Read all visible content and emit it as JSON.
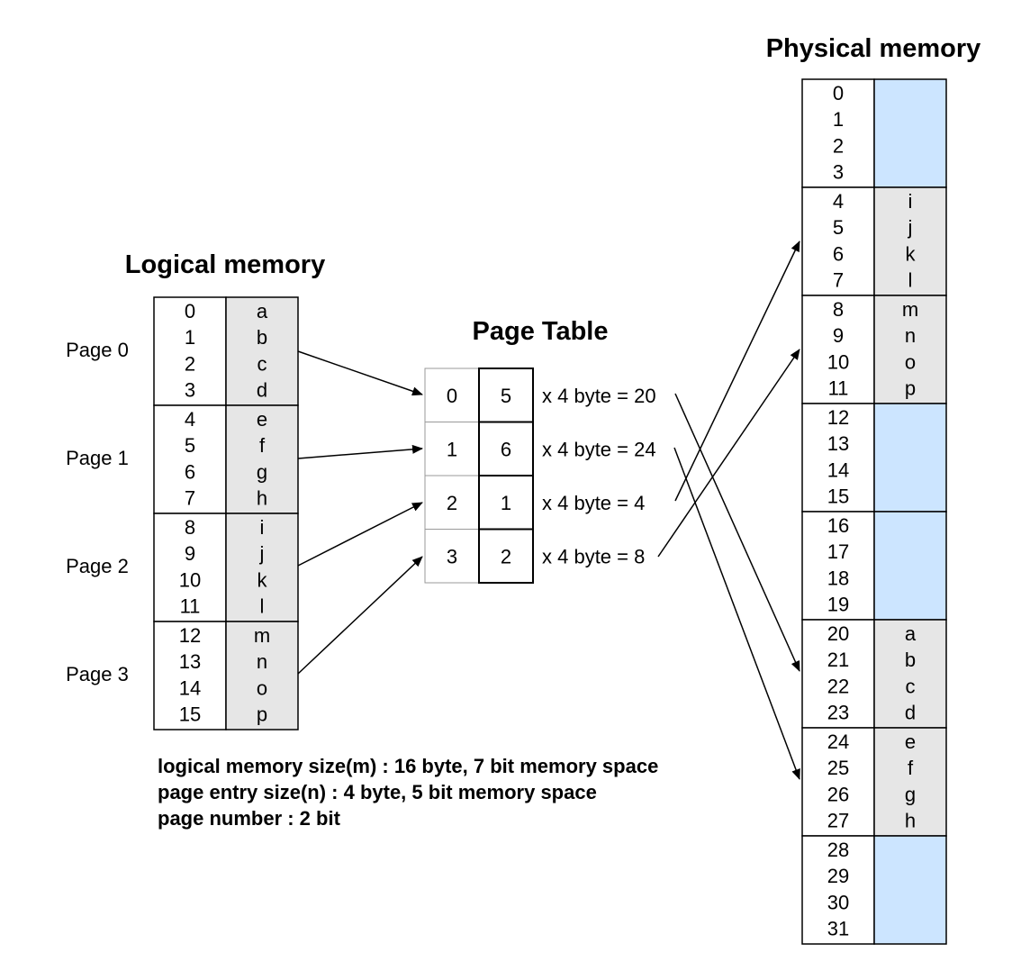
{
  "colors": {
    "gray_fill": "#e6e6e6",
    "blue_fill": "#cce5ff",
    "stroke": "#000000"
  },
  "logical": {
    "title": "Logical memory",
    "pages": [
      {
        "label": "Page 0",
        "addresses": [
          "0",
          "1",
          "2",
          "3"
        ],
        "data": [
          "a",
          "b",
          "c",
          "d"
        ]
      },
      {
        "label": "Page 1",
        "addresses": [
          "4",
          "5",
          "6",
          "7"
        ],
        "data": [
          "e",
          "f",
          "g",
          "h"
        ]
      },
      {
        "label": "Page 2",
        "addresses": [
          "8",
          "9",
          "10",
          "11"
        ],
        "data": [
          "i",
          "j",
          "k",
          "l"
        ]
      },
      {
        "label": "Page 3",
        "addresses": [
          "12",
          "13",
          "14",
          "15"
        ],
        "data": [
          "m",
          "n",
          "o",
          "p"
        ]
      }
    ]
  },
  "page_table": {
    "title": "Page Table",
    "entries": [
      {
        "page": "0",
        "frame": "5",
        "note": "x 4 byte = 20"
      },
      {
        "page": "1",
        "frame": "6",
        "note": "x 4 byte = 24"
      },
      {
        "page": "2",
        "frame": "1",
        "note": "x 4 byte = 4"
      },
      {
        "page": "3",
        "frame": "2",
        "note": "x 4 byte = 8"
      }
    ]
  },
  "physical": {
    "title": "Physical memory",
    "frames": [
      {
        "addresses": [
          "0",
          "1",
          "2",
          "3"
        ],
        "data": []
      },
      {
        "addresses": [
          "4",
          "5",
          "6",
          "7"
        ],
        "data": [
          "i",
          "j",
          "k",
          "l"
        ]
      },
      {
        "addresses": [
          "8",
          "9",
          "10",
          "11"
        ],
        "data": [
          "m",
          "n",
          "o",
          "p"
        ]
      },
      {
        "addresses": [
          "12",
          "13",
          "14",
          "15"
        ],
        "data": []
      },
      {
        "addresses": [
          "16",
          "17",
          "18",
          "19"
        ],
        "data": []
      },
      {
        "addresses": [
          "20",
          "21",
          "22",
          "23"
        ],
        "data": [
          "a",
          "b",
          "c",
          "d"
        ]
      },
      {
        "addresses": [
          "24",
          "25",
          "26",
          "27"
        ],
        "data": [
          "e",
          "f",
          "g",
          "h"
        ]
      },
      {
        "addresses": [
          "28",
          "29",
          "30",
          "31"
        ],
        "data": []
      }
    ]
  },
  "notes": [
    "logical memory size(m) : 16 byte, 7 bit memory space",
    "page entry size(n) : 4 byte, 5 bit memory space",
    "page number : 2 bit"
  ]
}
